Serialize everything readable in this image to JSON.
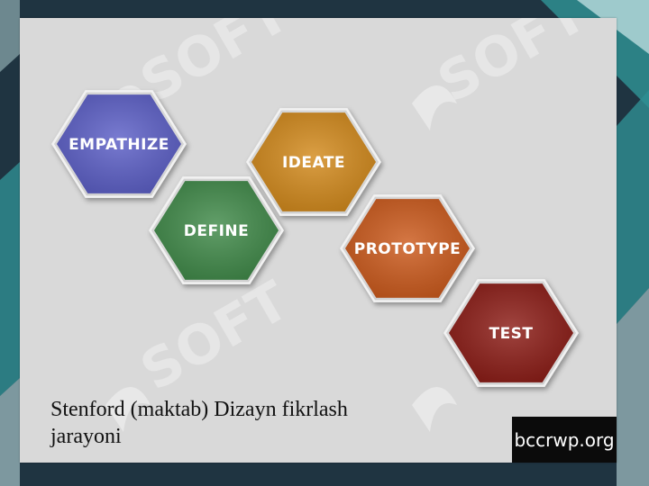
{
  "slide": {
    "caption_line1": "Stenford (maktab) Dizayn fikrlash",
    "caption_line2": "jarayoni"
  },
  "stages": [
    {
      "label": "Empathize",
      "display": "EMPATHIZE",
      "color": "#5b5fc7"
    },
    {
      "label": "Define",
      "display": "DEFINE",
      "color": "#3f8a4a"
    },
    {
      "label": "Ideate",
      "display": "IDEATE",
      "color": "#d38a1a"
    },
    {
      "label": "Prototype",
      "display": "PROTOTYPE",
      "color": "#cc5a1f"
    },
    {
      "label": "Test",
      "display": "TEST",
      "color": "#8c1a14"
    }
  ],
  "watermark": {
    "text": "SOFT"
  },
  "logo": {
    "text": "bccrwp.org"
  },
  "colors": {
    "background": "#1f3441",
    "panel": "#d9d9d9",
    "teal": "#2f8f92",
    "light_teal": "#bcdcdd"
  }
}
